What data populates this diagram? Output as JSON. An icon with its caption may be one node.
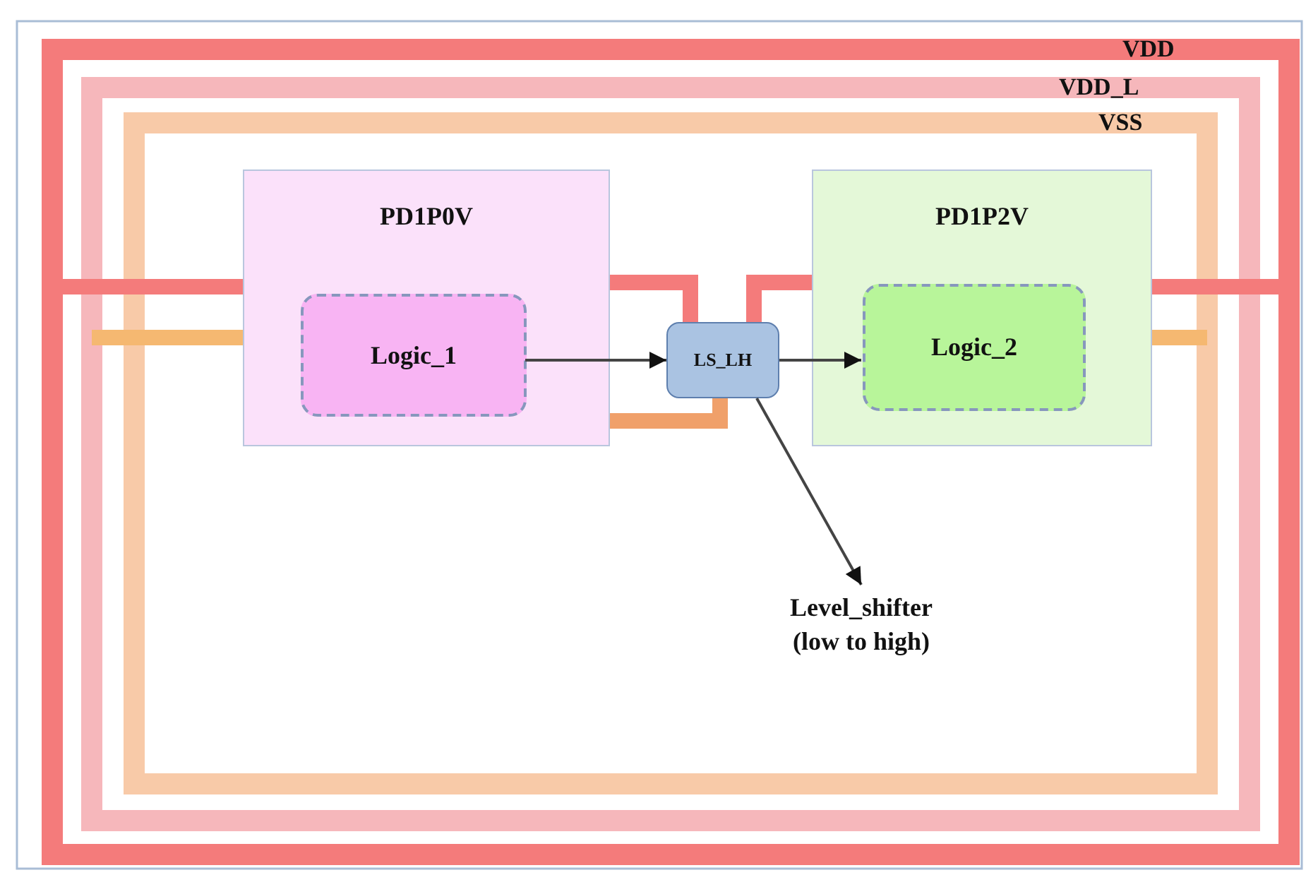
{
  "diagram": {
    "nodes": [
      {
        "text": [
          "PD1P0V"
        ]
      },
      {
        "text": [
          "Logic_1"
        ],
        "in": 0
      },
      {
        "text": [
          "LS_LH"
        ]
      },
      {
        "text": [
          "PD1P2V"
        ]
      },
      {
        "text": [
          "Logic_2"
        ],
        "in": 3
      },
      {
        "text": [
          "Level_shifter (low to high)"
        ]
      }
    ],
    "edges": [
      {
        "from": 1,
        "to": 2,
        "arrow": "to"
      },
      {
        "from": 2,
        "to": 4,
        "arrow": "to"
      },
      {
        "from": 2,
        "to": 5,
        "arrow": "to"
      },
      {
        "from": 0,
        "to": 2,
        "arrow": "none",
        "style": "thick",
        "color": "#f47b7b"
      },
      {
        "from": 3,
        "to": 2,
        "arrow": "none",
        "style": "thick",
        "color": "#f47b7b"
      },
      {
        "from": 0,
        "to": 2,
        "arrow": "none",
        "style": "thick",
        "color": "#f0a06a"
      }
    ],
    "labels": [
      "VDD",
      "VDD_L",
      "VSS"
    ]
  }
}
